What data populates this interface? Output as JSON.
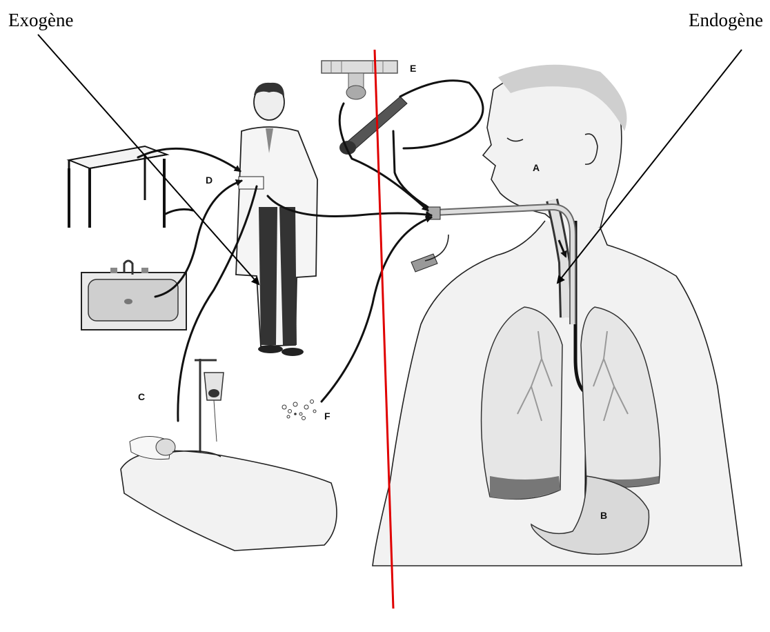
{
  "labels": {
    "exogenous": "Exogène",
    "endogenous": "Endogène"
  },
  "markers": {
    "a": "A",
    "b": "B",
    "c": "C",
    "d": "D",
    "e": "E",
    "f": "F"
  },
  "colors": {
    "divider": "#e00000",
    "arrow": "#000000",
    "ink": "#111111"
  }
}
